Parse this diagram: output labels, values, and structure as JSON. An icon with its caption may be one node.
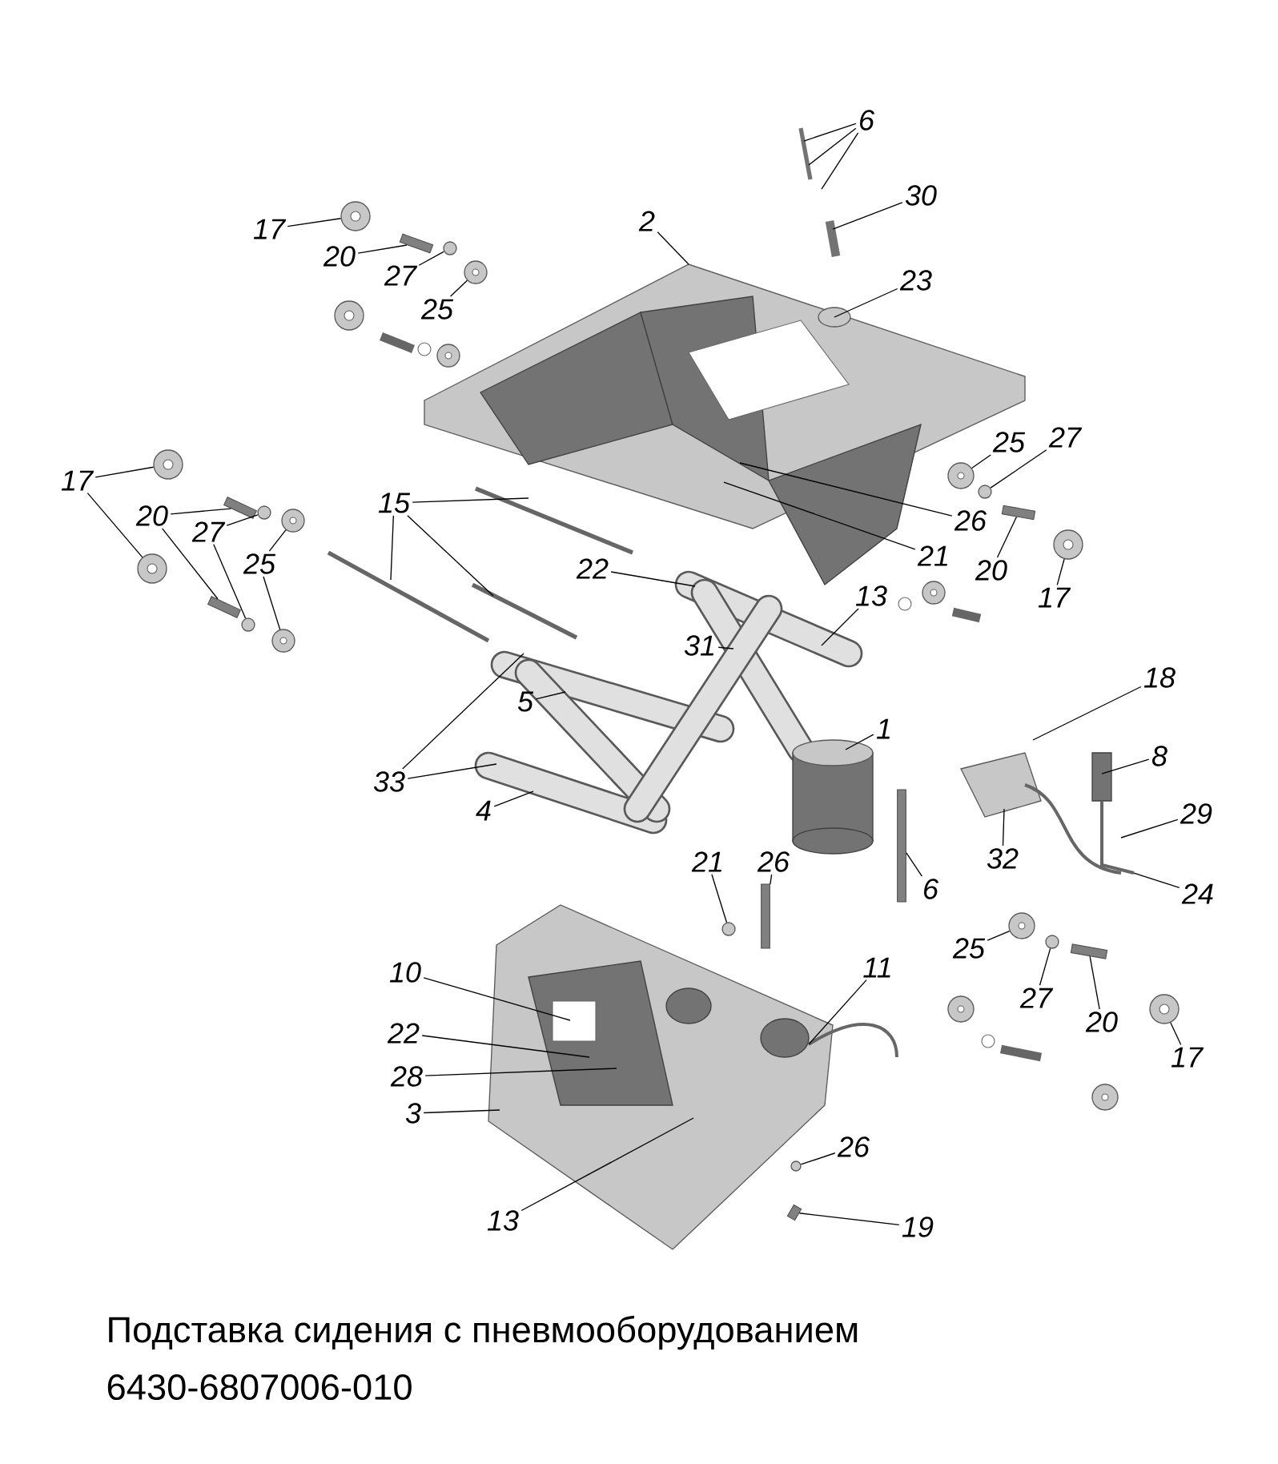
{
  "diagram": {
    "title": "Подставка сидения с пневмооборудованием",
    "caption": "6430-6807006-010",
    "nodes": [
      {
        "text": [
          "17"
        ]
      },
      {
        "text": [
          "20"
        ]
      },
      {
        "text": [
          "27"
        ]
      },
      {
        "text": [
          "25"
        ]
      },
      {
        "text": [
          "2"
        ]
      },
      {
        "text": [
          "6"
        ]
      },
      {
        "text": [
          "30"
        ]
      },
      {
        "text": [
          "23"
        ]
      },
      {
        "text": [
          "17"
        ]
      },
      {
        "text": [
          "20"
        ]
      },
      {
        "text": [
          "27"
        ]
      },
      {
        "text": [
          "25"
        ]
      },
      {
        "text": [
          "15"
        ]
      },
      {
        "text": [
          "25"
        ]
      },
      {
        "text": [
          "27"
        ]
      },
      {
        "text": [
          "26"
        ]
      },
      {
        "text": [
          "21"
        ]
      },
      {
        "text": [
          "20"
        ]
      },
      {
        "text": [
          "17"
        ]
      },
      {
        "text": [
          "22"
        ]
      },
      {
        "text": [
          "13"
        ]
      },
      {
        "text": [
          "31"
        ]
      },
      {
        "text": [
          "5"
        ]
      },
      {
        "text": [
          "33"
        ]
      },
      {
        "text": [
          "4"
        ]
      },
      {
        "text": [
          "1"
        ]
      },
      {
        "text": [
          "18"
        ]
      },
      {
        "text": [
          "8"
        ]
      },
      {
        "text": [
          "29"
        ]
      },
      {
        "text": [
          "24"
        ]
      },
      {
        "text": [
          "32"
        ]
      },
      {
        "text": [
          "6"
        ]
      },
      {
        "text": [
          "21"
        ]
      },
      {
        "text": [
          "26"
        ]
      },
      {
        "text": [
          "11"
        ]
      },
      {
        "text": [
          "25"
        ]
      },
      {
        "text": [
          "27"
        ]
      },
      {
        "text": [
          "20"
        ]
      },
      {
        "text": [
          "17"
        ]
      },
      {
        "text": [
          "10"
        ]
      },
      {
        "text": [
          "22"
        ]
      },
      {
        "text": [
          "28"
        ]
      },
      {
        "text": [
          "3"
        ]
      },
      {
        "text": [
          "13"
        ]
      },
      {
        "text": [
          "26"
        ]
      },
      {
        "text": [
          "19"
        ]
      },
      {
        "text": [],
        "shape": "circle"
      },
      {
        "text": [],
        "shape": "bar"
      },
      {
        "text": [],
        "shape": "circle"
      },
      {
        "text": [],
        "shape": "circle"
      },
      {
        "text": [],
        "shape": "circle"
      },
      {
        "text": [],
        "shape": "circle"
      },
      {
        "text": [],
        "shape": "bar"
      },
      {
        "text": [],
        "shape": "bar"
      },
      {
        "text": [],
        "shape": "circle"
      },
      {
        "text": [],
        "shape": "circle"
      },
      {
        "text": [],
        "shape": "circle"
      },
      {
        "text": [],
        "shape": "circle"
      },
      {
        "text": [],
        "shape": "circle"
      },
      {
        "text": [],
        "shape": "circle"
      },
      {
        "text": [],
        "shape": "bar"
      },
      {
        "text": [],
        "shape": "circle"
      },
      {
        "text": [],
        "shape": "bar"
      },
      {
        "text": [],
        "shape": "circle"
      },
      {
        "text": [],
        "shape": "bar"
      },
      {
        "text": [],
        "shape": "circle"
      },
      {
        "text": [],
        "shape": "circle"
      },
      {
        "text": [],
        "shape": "bar"
      },
      {
        "text": [],
        "shape": "circle"
      },
      {
        "text": [],
        "shape": "circle"
      },
      {
        "text": [],
        "shape": "bar"
      }
    ],
    "edges": [
      {
        "from": 0,
        "to": 46,
        "arrow": "none"
      },
      {
        "from": 1,
        "to": 47,
        "arrow": "none"
      },
      {
        "from": 2,
        "to": 48,
        "arrow": "none"
      },
      {
        "from": 3,
        "to": 49,
        "arrow": "none"
      },
      {
        "from": 4,
        "to": null,
        "arrow": "none"
      },
      {
        "from": 5,
        "to": null,
        "arrow": "none"
      },
      {
        "from": 5,
        "to": null,
        "arrow": "none"
      },
      {
        "from": 5,
        "to": null,
        "arrow": "none"
      },
      {
        "from": 6,
        "to": null,
        "arrow": "none"
      },
      {
        "from": 7,
        "to": null,
        "arrow": "none"
      },
      {
        "from": 8,
        "to": 50,
        "arrow": "none"
      },
      {
        "from": 8,
        "to": 51,
        "arrow": "none"
      },
      {
        "from": 9,
        "to": 52,
        "arrow": "none"
      },
      {
        "from": 9,
        "to": 53,
        "arrow": "none"
      },
      {
        "from": 10,
        "to": 54,
        "arrow": "none"
      },
      {
        "from": 10,
        "to": 55,
        "arrow": "none"
      },
      {
        "from": 11,
        "to": 56,
        "arrow": "none"
      },
      {
        "from": 11,
        "to": 57,
        "arrow": "none"
      },
      {
        "from": 12,
        "to": null,
        "arrow": "none"
      },
      {
        "from": 12,
        "to": null,
        "arrow": "none"
      },
      {
        "from": 12,
        "to": null,
        "arrow": "none"
      },
      {
        "from": 13,
        "to": 58,
        "arrow": "none"
      },
      {
        "from": 14,
        "to": 59,
        "arrow": "none"
      },
      {
        "from": 15,
        "to": null,
        "arrow": "none"
      },
      {
        "from": 16,
        "to": null,
        "arrow": "none"
      },
      {
        "from": 17,
        "to": 60,
        "arrow": "none"
      },
      {
        "from": 18,
        "to": 61,
        "arrow": "none"
      },
      {
        "from": 19,
        "to": null,
        "arrow": "none"
      },
      {
        "from": 20,
        "to": null,
        "arrow": "none"
      },
      {
        "from": 21,
        "to": null,
        "arrow": "none"
      },
      {
        "from": 22,
        "to": null,
        "arrow": "none"
      },
      {
        "from": 23,
        "to": null,
        "arrow": "none"
      },
      {
        "from": 23,
        "to": null,
        "arrow": "none"
      },
      {
        "from": 24,
        "to": null,
        "arrow": "none"
      },
      {
        "from": 25,
        "to": null,
        "arrow": "none"
      },
      {
        "from": 26,
        "to": null,
        "arrow": "none"
      },
      {
        "from": 27,
        "to": null,
        "arrow": "none"
      },
      {
        "from": 28,
        "to": null,
        "arrow": "none"
      },
      {
        "from": 29,
        "to": null,
        "arrow": "none"
      },
      {
        "from": 30,
        "to": null,
        "arrow": "none"
      },
      {
        "from": 31,
        "to": 62,
        "arrow": "none"
      },
      {
        "from": 32,
        "to": 63,
        "arrow": "none"
      },
      {
        "from": 33,
        "to": 64,
        "arrow": "none"
      },
      {
        "from": 34,
        "to": null,
        "arrow": "none"
      },
      {
        "from": 35,
        "to": 65,
        "arrow": "none"
      },
      {
        "from": 36,
        "to": 66,
        "arrow": "none"
      },
      {
        "from": 37,
        "to": 67,
        "arrow": "none"
      },
      {
        "from": 38,
        "to": 68,
        "arrow": "none"
      },
      {
        "from": 39,
        "to": null,
        "arrow": "none"
      },
      {
        "from": 40,
        "to": null,
        "arrow": "none"
      },
      {
        "from": 41,
        "to": null,
        "arrow": "none"
      },
      {
        "from": 42,
        "to": null,
        "arrow": "none"
      },
      {
        "from": 43,
        "to": null,
        "arrow": "none"
      },
      {
        "from": 44,
        "to": 69,
        "arrow": "none"
      },
      {
        "from": 45,
        "to": 70,
        "arrow": "none"
      }
    ]
  }
}
